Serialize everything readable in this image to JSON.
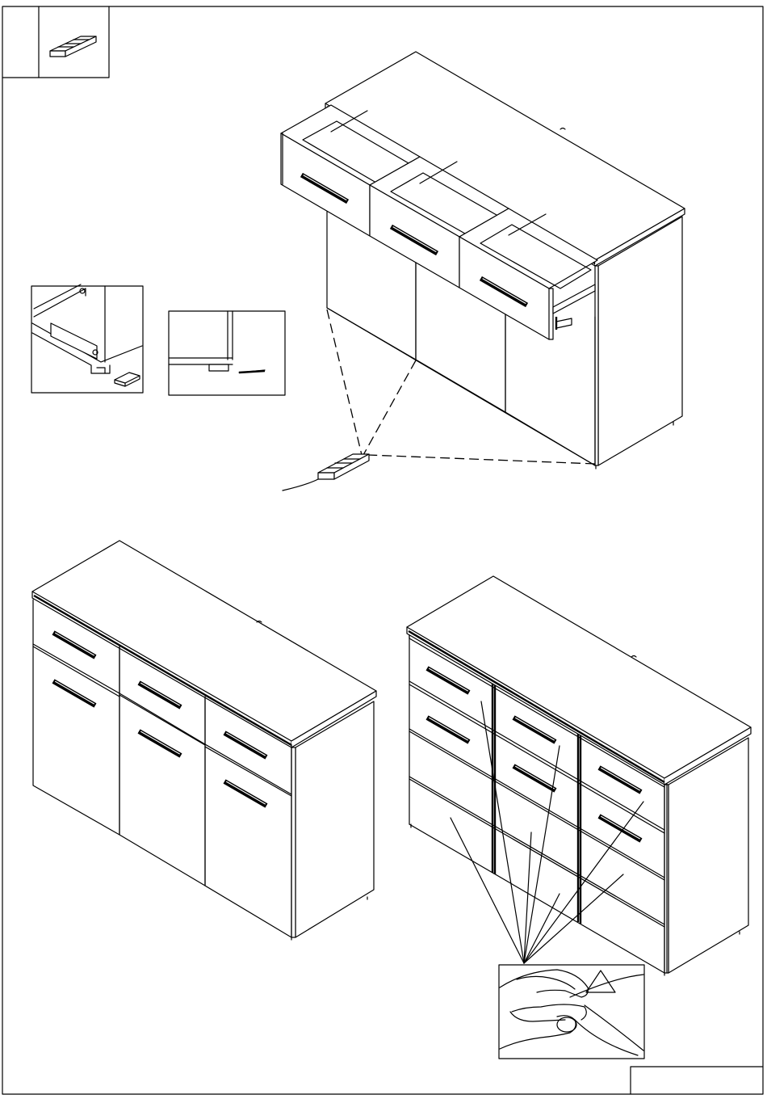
{
  "sheet": {
    "step_number": "",
    "page_label": "",
    "parts_icon": "leveling-pad-strip-icon",
    "warning_icon": "warning-triangle-icon"
  },
  "figures": [
    {
      "id": "main",
      "icon": "sideboard-open-drawers-icon"
    },
    {
      "id": "detail-1",
      "icon": "foot-pad-detail-icon"
    },
    {
      "id": "detail-2",
      "icon": "foot-pad-side-detail-icon"
    },
    {
      "id": "variant-a",
      "icon": "sideboard-3-door-3-drawer-icon"
    },
    {
      "id": "variant-b",
      "icon": "sideboard-9-drawer-icon"
    },
    {
      "id": "hand-detail",
      "icon": "hand-peel-film-icon"
    }
  ]
}
